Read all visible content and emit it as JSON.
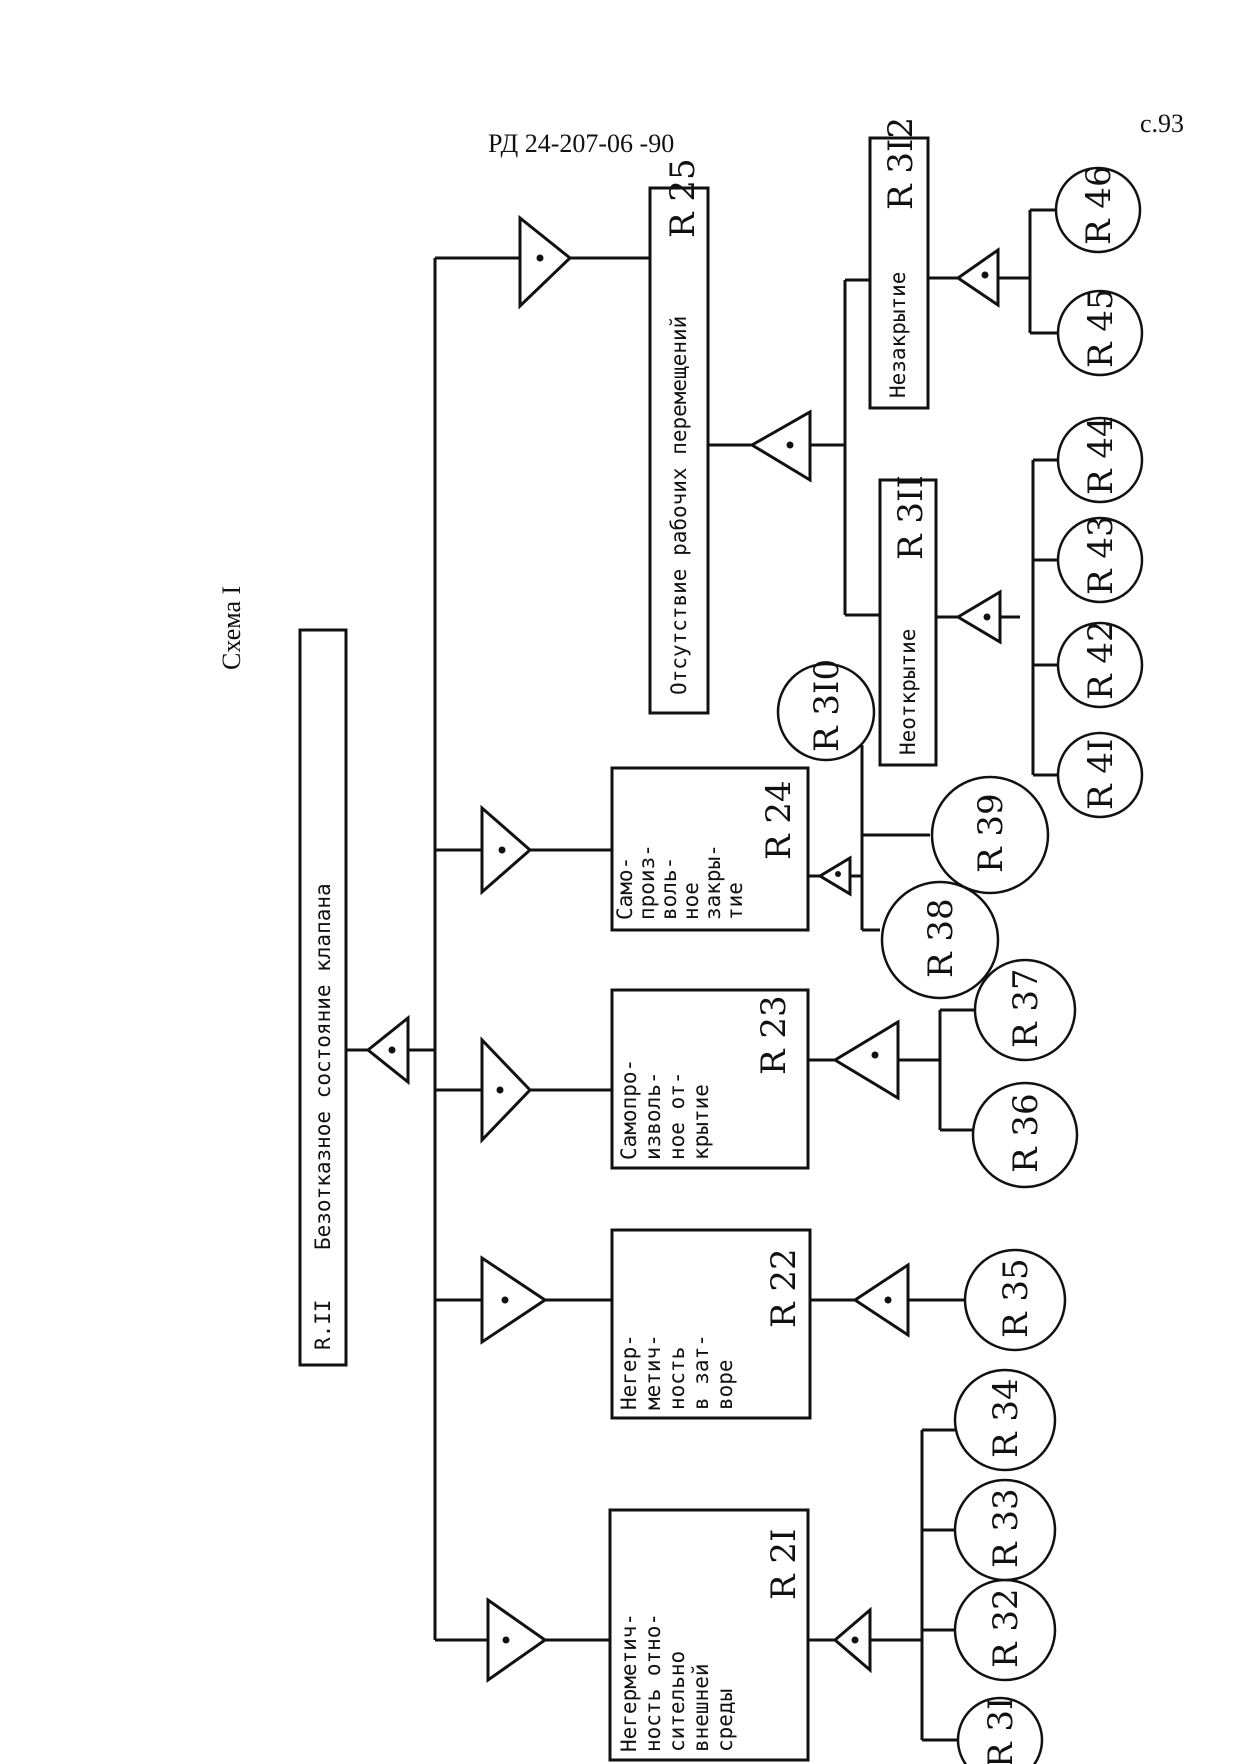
{
  "header": {
    "doc_code": "РД 24-207-06 -90",
    "page_number": "с.93",
    "scheme_title": "Схема I"
  },
  "root": {
    "code": "R.II",
    "label": "Безотказное состояние клапана"
  },
  "branches": [
    {
      "code": "R 2I",
      "lines": [
        "Негерметич-",
        "ность отно-",
        "сительно",
        "внешней",
        "среды"
      ],
      "children": [
        "R 3I",
        "R 32",
        "R 33",
        "R 34"
      ]
    },
    {
      "code": "R 22",
      "lines": [
        "Негер-",
        "метич-",
        "ность",
        "в зат-",
        "воре"
      ],
      "children": [
        "R 35"
      ]
    },
    {
      "code": "R 23",
      "lines": [
        "Самопро-",
        "изволь-",
        "ное от-",
        "крытие"
      ],
      "children": [
        "R 36",
        "R 37"
      ]
    },
    {
      "code": "R 24",
      "lines": [
        "Само-",
        "произ-",
        "воль-",
        "ное",
        "закры-",
        "тие"
      ],
      "children": [
        "R 38",
        "R 39",
        "R 3I0"
      ]
    },
    {
      "code": "R 25",
      "lines": [
        "Отсутствие рабочих перемещений"
      ],
      "sub": [
        {
          "code": "R 3II",
          "label": "Неоткрытие",
          "children": [
            "R 4I",
            "R 42",
            "R 43",
            "R 44"
          ]
        },
        {
          "code": "R 3I2",
          "label": "Незакрытие",
          "children": [
            "R 45",
            "R 46"
          ]
        }
      ]
    }
  ]
}
